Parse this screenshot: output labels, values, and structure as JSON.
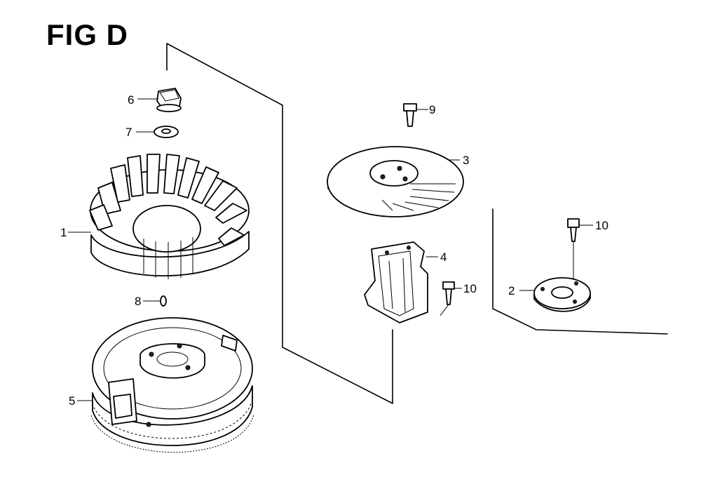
{
  "figure": {
    "title": "FIG D"
  },
  "callouts": {
    "c1": "1",
    "c2": "2",
    "c3": "3",
    "c4": "4",
    "c5": "5",
    "c6": "6",
    "c7": "7",
    "c8": "8",
    "c9": "9",
    "c10a": "10",
    "c10b": "10"
  }
}
